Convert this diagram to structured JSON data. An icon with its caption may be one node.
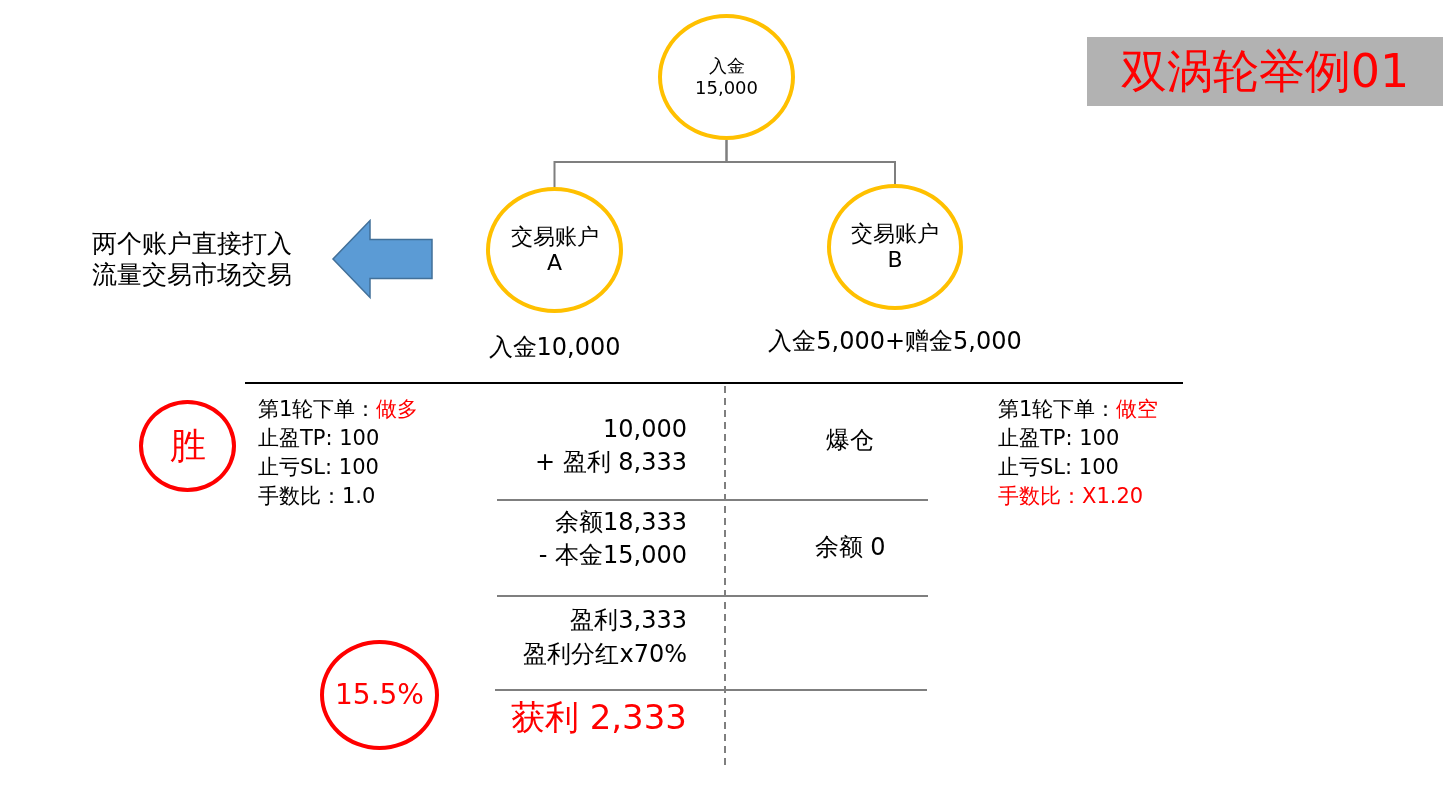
{
  "diagram": {
    "title": "双涡轮举例01",
    "nodes": [
      {
        "text": [
          "入金",
          "15,000"
        ]
      },
      {
        "text": [
          "两个账户直接打入流量交易市场交易"
        ]
      },
      {
        "text": [
          "交易账户",
          "A"
        ],
        "beside": [
          "入金10,000"
        ]
      },
      {
        "text": [
          "交易账户",
          "B"
        ],
        "beside": [
          "入金5,000+赠金5,000"
        ]
      },
      {
        "text": [
          "胜"
        ]
      },
      {
        "text": [
          "15.5%"
        ]
      }
    ],
    "edges": [
      {
        "from": 0,
        "to": 2,
        "arrow": "none"
      },
      {
        "from": 0,
        "to": 3,
        "arrow": "none"
      },
      {
        "from": 2,
        "to": 1,
        "arrow": "to",
        "style": "thick",
        "color": "#5b9bd5"
      }
    ],
    "labels": [
      "第1轮下单：",
      "做多",
      "止盈TP: 100",
      "止亏SL: 100",
      "手数比：1.0",
      "10,000",
      "+ 盈利 8,333",
      "爆仓",
      "余额18,333",
      "- 本金15,000",
      "余额 0",
      "盈利3,333",
      "盈利分红x70%",
      "获利 2,333",
      "第1轮下单：",
      "做空",
      "止盈TP: 100",
      "止亏SL: 100",
      "手数比：X1.20"
    ]
  }
}
